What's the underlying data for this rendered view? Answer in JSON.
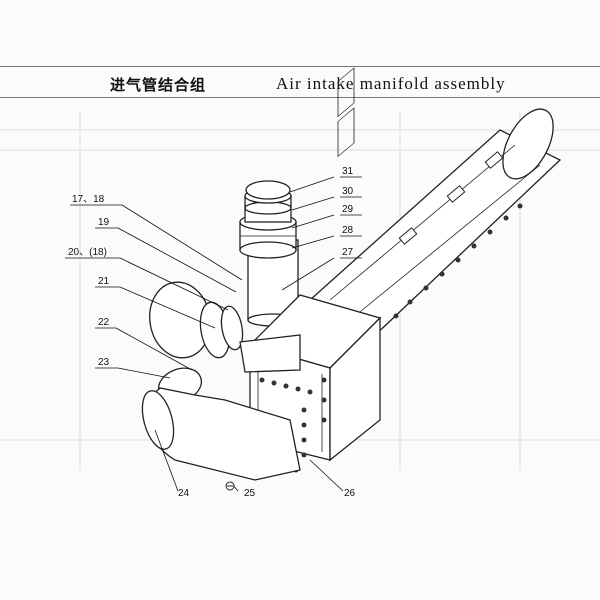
{
  "header": {
    "title_zh": "进气管结合组",
    "title_en": "Air intake manifold assembly"
  },
  "callouts": [
    {
      "id": "17-18",
      "text": "17、18"
    },
    {
      "id": "19",
      "text": "19"
    },
    {
      "id": "20-18",
      "text": "20、(18)"
    },
    {
      "id": "21",
      "text": "21"
    },
    {
      "id": "22",
      "text": "22"
    },
    {
      "id": "23",
      "text": "23"
    },
    {
      "id": "24",
      "text": "24"
    },
    {
      "id": "25",
      "text": "25"
    },
    {
      "id": "26",
      "text": "26"
    },
    {
      "id": "27",
      "text": "27"
    },
    {
      "id": "28",
      "text": "28"
    },
    {
      "id": "29",
      "text": "29"
    },
    {
      "id": "30",
      "text": "30"
    },
    {
      "id": "31",
      "text": "31"
    }
  ]
}
